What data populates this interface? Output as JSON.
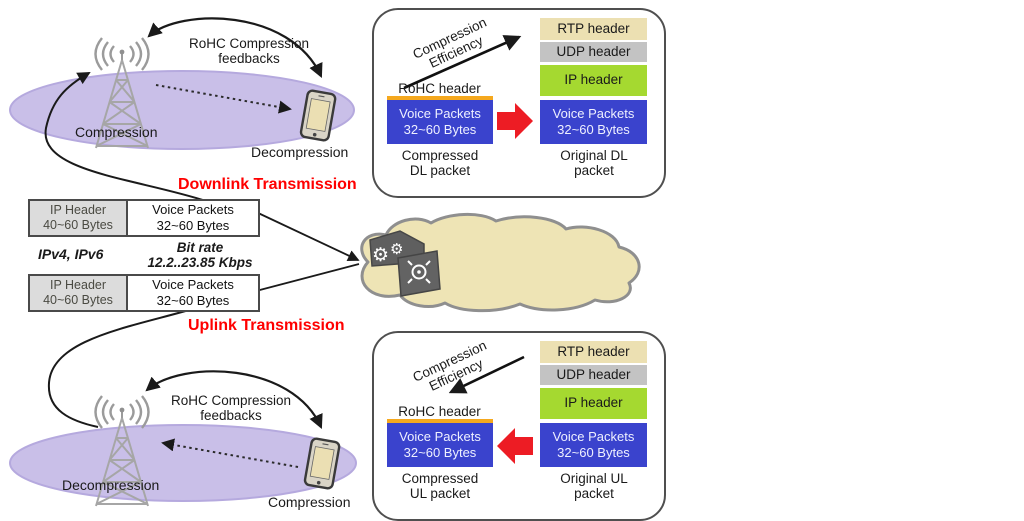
{
  "icons": {
    "gear": "⚙"
  },
  "colors": {
    "voice_blue": "#3a43cd",
    "ip_green": "#a5d930",
    "rtp_tan": "#ece0b2",
    "udp_gray": "#c3c3c3",
    "rohc_orange": "#f5a81e",
    "arrow_red": "#ed1c24",
    "label_red": "#ff0000",
    "coverage_purple": "#c9bfe8",
    "cloud_tan": "#eee4b5"
  },
  "downlink": {
    "feedback_label": "RoHC Compression\nfeedbacks",
    "base_station_label": "Compression",
    "handset_label": "Decompression",
    "transmission_label": "Downlink Transmission"
  },
  "uplink": {
    "feedback_label": "RoHC Compression\nfeedbacks",
    "base_station_label": "Decompression",
    "handset_label": "Compression",
    "transmission_label": "Uplink Transmission"
  },
  "core_packets": {
    "ip_header": "IP Header\n40~60 Bytes",
    "voice_payload": "Voice Packets\n32~60 Bytes",
    "ip_versions": "IPv4, IPv6",
    "bit_rate": "Bit rate\n12.2..23.85 Kbps"
  },
  "dl_panel": {
    "efficiency_label": "Compression\nEfficiency",
    "rohc_header_label": "RoHC header",
    "compressed_voice": "Voice Packets\n32~60 Bytes",
    "compressed_caption": "Compressed\nDL packet",
    "rtp_header": "RTP header",
    "udp_header": "UDP header",
    "ip_header": "IP header",
    "original_voice": "Voice Packets\n32~60 Bytes",
    "original_caption": "Original DL\npacket"
  },
  "ul_panel": {
    "efficiency_label": "Compression\nEfficiency",
    "rohc_header_label": "RoHC header",
    "compressed_voice": "Voice Packets\n32~60 Bytes",
    "compressed_caption": "Compressed\nUL packet",
    "rtp_header": "RTP header",
    "udp_header": "UDP header",
    "ip_header": "IP header",
    "original_voice": "Voice Packets\n32~60 Bytes",
    "original_caption": "Original UL\npacket"
  }
}
